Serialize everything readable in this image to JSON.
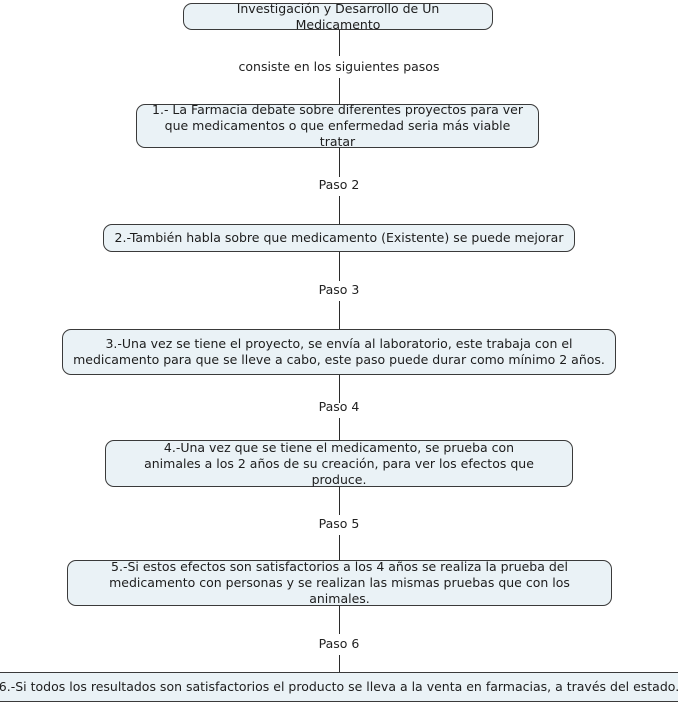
{
  "diagram": {
    "title_node": {
      "label": "Investigación y Desarrollo de Un Medicamento"
    },
    "edges": [
      {
        "label": "consiste en los siguientes pasos"
      },
      {
        "label": "Paso 2"
      },
      {
        "label": "Paso 3"
      },
      {
        "label": "Paso 4"
      },
      {
        "label": "Paso 5"
      },
      {
        "label": "Paso 6"
      }
    ],
    "steps": [
      {
        "label": "1.- La Farmacia debate sobre diferentes proyectos para ver\nque medicamentos o que enfermedad seria más viable tratar"
      },
      {
        "label": "2.-También habla sobre que medicamento (Existente) se puede mejorar"
      },
      {
        "label": "3.-Una vez se tiene el proyecto, se envía al laboratorio, este trabaja con el\nmedicamento para que se lleve a cabo, este paso puede durar como mínimo 2 años."
      },
      {
        "label": "4.-Una vez que se tiene el medicamento, se prueba con\nanimales a los 2 años de su creación, para ver los efectos que produce."
      },
      {
        "label": "5.-Si estos efectos son satisfactorios a los 4 años se realiza la prueba del\nmedicamento con personas y se realizan las mismas pruebas que con los animales."
      },
      {
        "label": "6.-Si todos los resultados son satisfactorios el producto se lleva a la venta en farmacias, a través del estado."
      }
    ],
    "colors": {
      "node_fill": "#eaf2f6",
      "node_border": "#3a3a3a",
      "connector": "#2b2b2b",
      "text": "#1d1d1d",
      "background": "#ffffff"
    }
  }
}
